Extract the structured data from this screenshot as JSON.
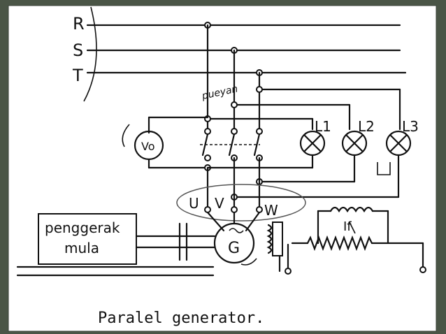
{
  "diagram": {
    "bus_labels": [
      "R",
      "S",
      "T"
    ],
    "handwritten_note": "pueyan",
    "voltmeter_label": "Vo",
    "lamp_labels": [
      "L1",
      "L2",
      "L3"
    ],
    "lamp_subscripts": [
      "1",
      "2",
      "3"
    ],
    "terminal_labels": [
      "U",
      "V",
      "W"
    ],
    "generator_label": "G",
    "prime_mover_label_line1": "penggerak",
    "prime_mover_label_line2": "mula",
    "field_label": "If",
    "caption": "Paralel generator."
  }
}
